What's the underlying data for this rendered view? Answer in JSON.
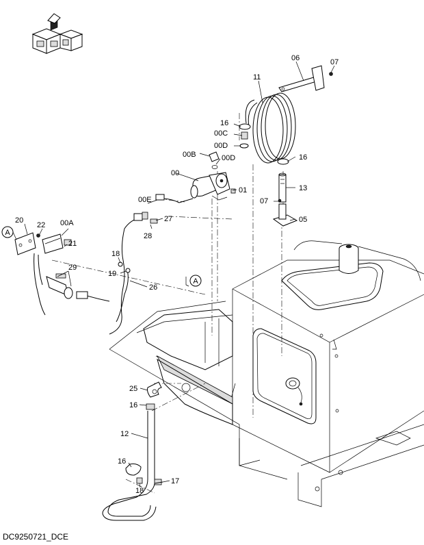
{
  "diagram_id": "DC9250721_DCE",
  "view_marker": "A",
  "part_callouts": [
    "06",
    "07",
    "11",
    "16",
    "00C",
    "00D",
    "00B",
    "00D",
    "00",
    "01",
    "16",
    "13",
    "07",
    "05",
    "00E",
    "27",
    "28",
    "20",
    "22",
    "00A",
    "21",
    "18",
    "19",
    "29",
    "26",
    "25",
    "16",
    "12",
    "16",
    "18",
    "17"
  ]
}
